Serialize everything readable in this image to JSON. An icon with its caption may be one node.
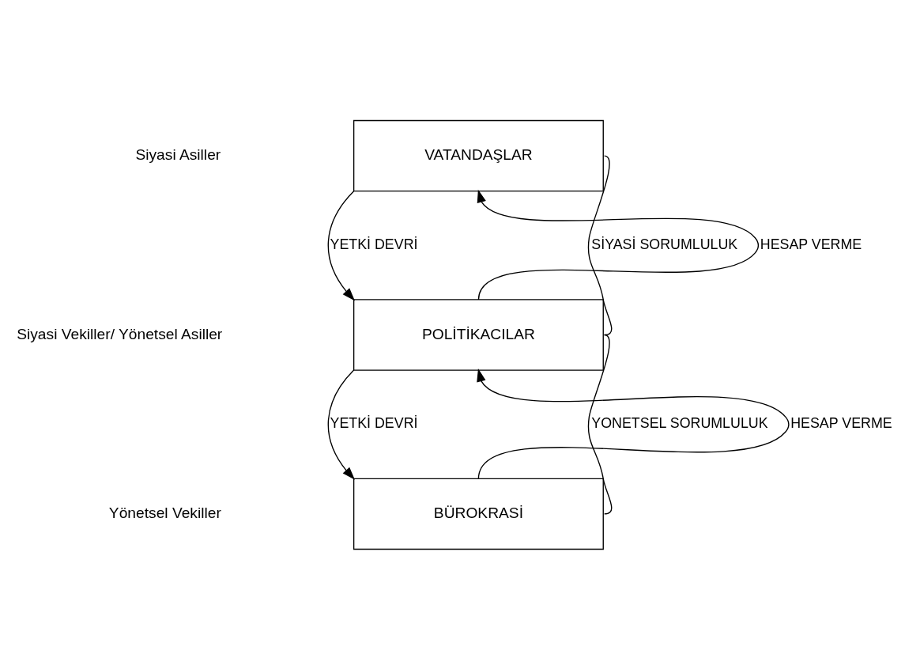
{
  "diagram": {
    "nodes": [
      {
        "text": [
          "VATANDAŞLAR"
        ]
      },
      {
        "text": [
          "POLİTİKACILAR"
        ]
      },
      {
        "text": [
          "BÜROKRASİ"
        ]
      }
    ],
    "edges": [
      {
        "from": 0,
        "to": 1,
        "arrow": "to",
        "label": "YETKİ DEVRİ"
      },
      {
        "from": 1,
        "to": 0,
        "arrow": "to",
        "label": "HESAP VERME"
      },
      {
        "from": 1,
        "to": 2,
        "arrow": "to",
        "label": "YETKİ DEVRİ"
      },
      {
        "from": 2,
        "to": 1,
        "arrow": "to",
        "label": "HESAP VERME"
      },
      {
        "from": 0,
        "to": 1,
        "arrow": "none",
        "label": "SİYASİ SORUMLULUK"
      },
      {
        "from": 1,
        "to": 2,
        "arrow": "none",
        "label": "YONETSEL SORUMLULUK"
      }
    ],
    "labels": [
      "Siyasi Asiller",
      "Siyasi Vekiller/ Yönetsel Asiller",
      "Yönetsel Vekiller"
    ]
  }
}
